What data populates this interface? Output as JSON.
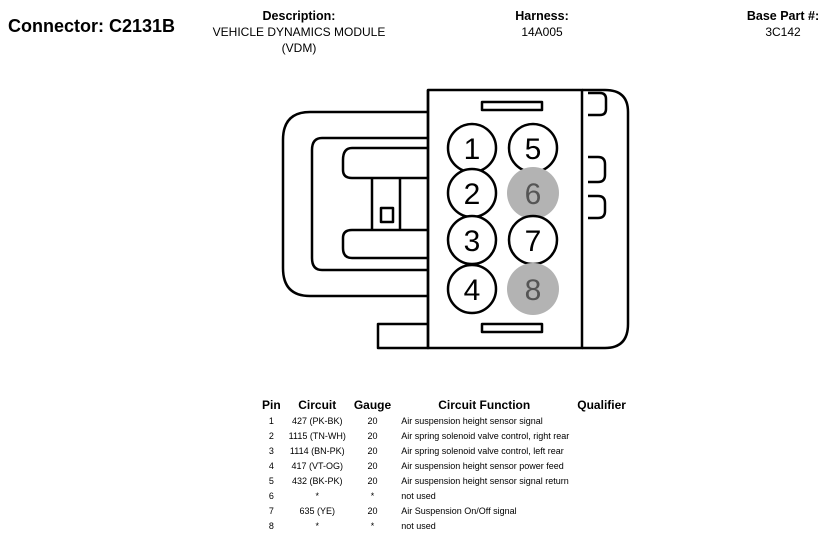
{
  "connector": {
    "label": "Connector: C2131B"
  },
  "description": {
    "label": "Description:",
    "value_line1": "VEHICLE DYNAMICS MODULE",
    "value_line2": "(VDM)"
  },
  "harness": {
    "label": "Harness:",
    "value": "14A005"
  },
  "base_part": {
    "label": "Base Part #:",
    "value": "3C142"
  },
  "pins": {
    "1": "1",
    "2": "2",
    "3": "3",
    "4": "4",
    "5": "5",
    "6": "6",
    "7": "7",
    "8": "8"
  },
  "table": {
    "headers": {
      "pin": "Pin",
      "circuit": "Circuit",
      "gauge": "Gauge",
      "function": "Circuit Function",
      "qualifier": "Qualifier"
    },
    "rows": [
      {
        "pin": "1",
        "circuit": "427 (PK-BK)",
        "gauge": "20",
        "function": "Air suspension height sensor signal",
        "qualifier": ""
      },
      {
        "pin": "2",
        "circuit": "1115 (TN-WH)",
        "gauge": "20",
        "function": "Air spring solenoid valve control, right rear",
        "qualifier": ""
      },
      {
        "pin": "3",
        "circuit": "1114 (BN-PK)",
        "gauge": "20",
        "function": "Air spring solenoid valve control, left rear",
        "qualifier": ""
      },
      {
        "pin": "4",
        "circuit": "417 (VT-OG)",
        "gauge": "20",
        "function": "Air suspension height sensor power feed",
        "qualifier": ""
      },
      {
        "pin": "5",
        "circuit": "432 (BK-PK)",
        "gauge": "20",
        "function": "Air suspension height sensor signal return",
        "qualifier": ""
      },
      {
        "pin": "6",
        "circuit": "*",
        "gauge": "*",
        "function": "not used",
        "qualifier": ""
      },
      {
        "pin": "7",
        "circuit": "635 (YE)",
        "gauge": "20",
        "function": "Air Suspension On/Off signal",
        "qualifier": ""
      },
      {
        "pin": "8",
        "circuit": "*",
        "gauge": "*",
        "function": "not used",
        "qualifier": ""
      }
    ]
  }
}
